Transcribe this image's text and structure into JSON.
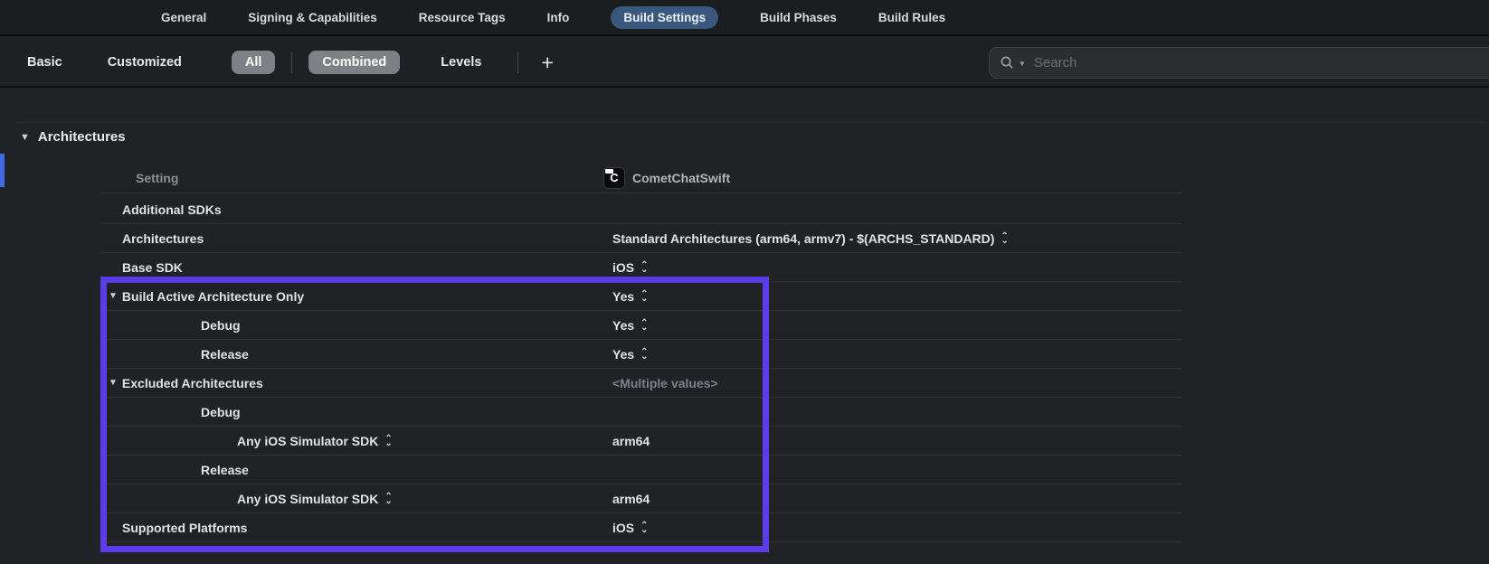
{
  "tabs": {
    "items": [
      "General",
      "Signing & Capabilities",
      "Resource Tags",
      "Info",
      "Build Settings",
      "Build Phases",
      "Build Rules"
    ],
    "selected": "Build Settings"
  },
  "toolbar": {
    "basic": "Basic",
    "customized": "Customized",
    "all": "All",
    "combined": "Combined",
    "levels": "Levels",
    "add": "+",
    "search_placeholder": "Search"
  },
  "section": {
    "title": "Architectures"
  },
  "table": {
    "setting_header": "Setting",
    "target": {
      "name": "CometChatSwift",
      "icon": "cometchat-app-icon",
      "icon_letter": "C"
    },
    "rows": [
      {
        "label": "Additional SDKs",
        "indent": 0,
        "disclosure": false,
        "label_stepper": false,
        "value": "",
        "value_stepper": false,
        "value_dim": false
      },
      {
        "label": "Architectures",
        "indent": 0,
        "disclosure": false,
        "label_stepper": false,
        "value": "Standard Architectures (arm64, armv7)  -  $(ARCHS_STANDARD)",
        "value_stepper": true,
        "value_dim": false
      },
      {
        "label": "Base SDK",
        "indent": 0,
        "disclosure": false,
        "label_stepper": false,
        "value": "iOS",
        "value_stepper": true,
        "value_dim": false
      },
      {
        "label": "Build Active Architecture Only",
        "indent": 0,
        "disclosure": true,
        "label_stepper": false,
        "value": "Yes",
        "value_stepper": true,
        "value_dim": false
      },
      {
        "label": "Debug",
        "indent": 1,
        "disclosure": false,
        "label_stepper": false,
        "value": "Yes",
        "value_stepper": true,
        "value_dim": false
      },
      {
        "label": "Release",
        "indent": 1,
        "disclosure": false,
        "label_stepper": false,
        "value": "Yes",
        "value_stepper": true,
        "value_dim": false
      },
      {
        "label": "Excluded Architectures",
        "indent": 0,
        "disclosure": true,
        "label_stepper": false,
        "value": "<Multiple values>",
        "value_stepper": false,
        "value_dim": true
      },
      {
        "label": "Debug",
        "indent": 1,
        "disclosure": false,
        "label_stepper": false,
        "value": "",
        "value_stepper": false,
        "value_dim": false
      },
      {
        "label": "Any iOS Simulator SDK",
        "indent": 2,
        "disclosure": false,
        "label_stepper": true,
        "value": "arm64",
        "value_stepper": false,
        "value_dim": false
      },
      {
        "label": "Release",
        "indent": 1,
        "disclosure": false,
        "label_stepper": false,
        "value": "",
        "value_stepper": false,
        "value_dim": false
      },
      {
        "label": "Any iOS Simulator SDK",
        "indent": 2,
        "disclosure": false,
        "label_stepper": true,
        "value": "arm64",
        "value_stepper": false,
        "value_dim": false
      },
      {
        "label": "Supported Platforms",
        "indent": 0,
        "disclosure": false,
        "label_stepper": false,
        "value": "iOS",
        "value_stepper": true,
        "value_dim": false
      }
    ]
  },
  "colors": {
    "highlight_box": "#5b3ce8",
    "selected_tab_pill": "#3a587d",
    "toolbar_pill": "#7f8085",
    "accent_bar": "#3e6be4"
  }
}
